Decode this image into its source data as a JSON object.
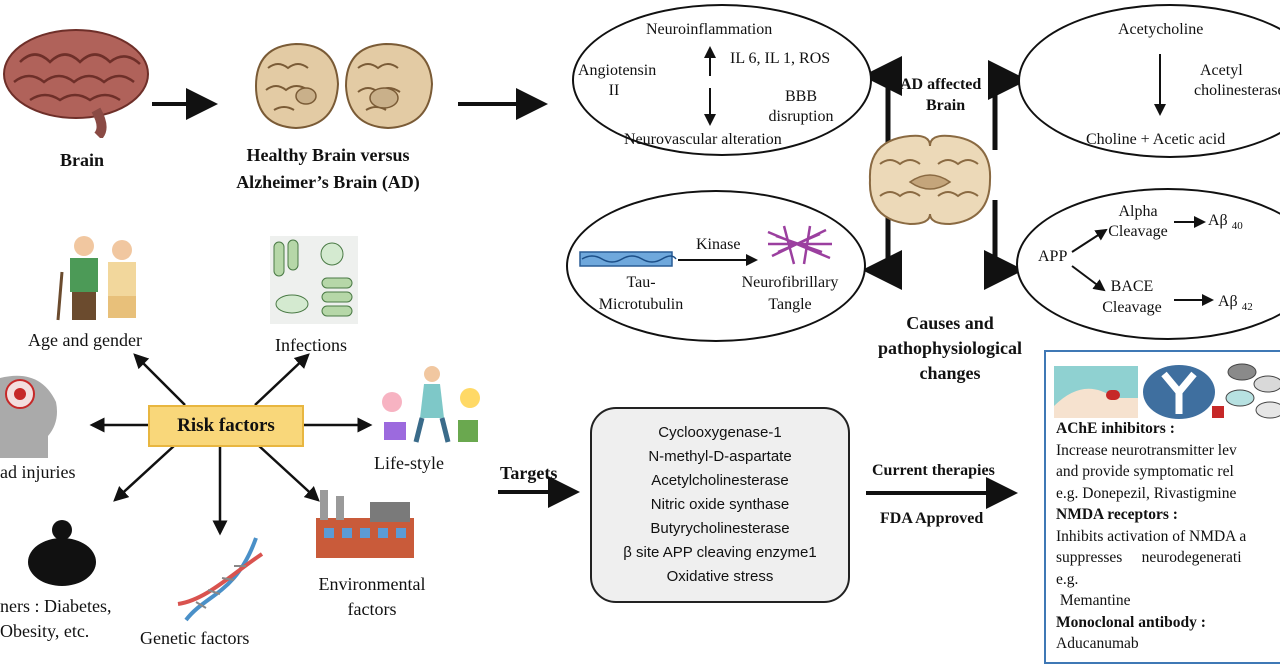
{
  "top": {
    "brain_label": "Brain",
    "healthy_vs_ad_line1": "Healthy Brain versus",
    "healthy_vs_ad_line2": "Alzheimer’s Brain (AD)",
    "ad_affected_line1": "AD affected",
    "ad_affected_line2": "Brain"
  },
  "inflammation_ellipse": {
    "neuroinflammation": "Neuroinflammation",
    "il": "IL 6, IL 1, ROS",
    "angiotensin_line1": "Angiotensin",
    "angiotensin_line2": "II",
    "bbb_line1": "BBB",
    "bbb_line2": "disruption",
    "neurovascular": "Neurovascular alteration"
  },
  "tau_ellipse": {
    "kinase": "Kinase",
    "tau_line1": "Tau-",
    "tau_line2": "Microtubulin",
    "tangle_line1": "Neurofibrillary",
    "tangle_line2": "Tangle"
  },
  "ach_ellipse": {
    "acetycholine": "Acetycholine",
    "enzyme_line1": "Acetyl",
    "enzyme_line2": "cholinesterase",
    "products": "Choline + Acetic acid"
  },
  "app_ellipse": {
    "app": "APP",
    "alpha_line1": "Alpha",
    "alpha_line2": "Cleavage",
    "abeta40": "Aβ",
    "abeta40_sub": "40",
    "bace_line1": "BACE",
    "bace_line2": "Cleavage",
    "abeta42": "Aβ",
    "abeta42_sub": "42"
  },
  "causes": {
    "line1": "Causes and",
    "line2": "pathophysiological",
    "line3": "changes"
  },
  "risk": {
    "center": "Risk factors",
    "age_gender": "Age and gender",
    "infections": "Infections",
    "lifestyle": "Life-style",
    "head_injuries": "ad injuries",
    "others_line1": "ners : Diabetes,",
    "others_line2": "Obesity, etc.",
    "genetic": "Genetic factors",
    "environmental_line1": "Environmental",
    "environmental_line2": "factors"
  },
  "targets": {
    "label": "Targets",
    "items": [
      "Cyclooxygenase-1",
      "N-methyl-D-aspartate",
      "Acetylcholinesterase",
      "Nitric oxide synthase",
      "Butyrycholinesterase",
      "β site APP cleaving enzyme1",
      "Oxidative stress"
    ]
  },
  "therapies": {
    "current": "Current therapies",
    "fda": "FDA Approved",
    "ache_title": "AChE inhibitors :",
    "ache_line1": "Increase neurotransmitter lev",
    "ache_line2": "and provide symptomatic rel",
    "ache_line3": "e.g. Donepezil, Rivastigmine",
    "nmda_title": "NMDA receptors :",
    "nmda_line1": "Inhibits activation of NMDA a",
    "nmda_line2": "suppresses     neurodegenerati",
    "nmda_line3": "e.g.",
    "nmda_line4": " Memantine",
    "mab_title": "Monoclonal antibody :",
    "mab_line1": "Aducanumab"
  },
  "colors": {
    "risk_box": "#f9d77a",
    "panel_border": "#3f78b5",
    "targets_bg": "#efefef",
    "brain": "#a0564c",
    "brain_slice": "#e8d2b0"
  }
}
